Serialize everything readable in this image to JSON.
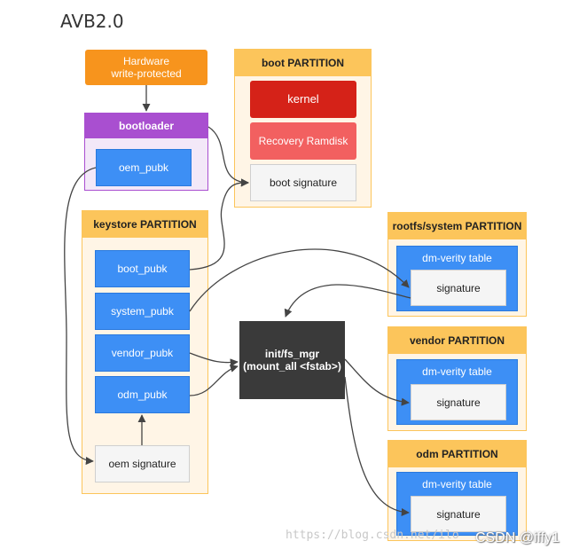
{
  "title": "AVB2.0",
  "hardware": {
    "line1": "Hardware",
    "line2": "write-protected"
  },
  "bootloader": {
    "title": "bootloader",
    "oem_pubk": "oem_pubk"
  },
  "boot_partition": {
    "title": "boot PARTITION",
    "kernel": "kernel",
    "recovery": "Recovery Ramdisk",
    "signature": "boot signature"
  },
  "keystore_partition": {
    "title": "keystore PARTITION",
    "boot_pubk": "boot_pubk",
    "system_pubk": "system_pubk",
    "vendor_pubk": "vendor_pubk",
    "odm_pubk": "odm_pubk",
    "oem_signature": "oem signature"
  },
  "init": {
    "line1": "init/fs_mgr",
    "line2": "(mount_all <fstab>)"
  },
  "rootfs_partition": {
    "title": "rootfs/system PARTITION",
    "table": "dm-verity table",
    "signature": "signature"
  },
  "vendor_partition": {
    "title": "vendor PARTITION",
    "table": "dm-verity table",
    "signature": "signature"
  },
  "odm_partition": {
    "title": "odm PARTITION",
    "table": "dm-verity table",
    "signature": "signature"
  },
  "watermark": "https://blog.csdn.net/ilo",
  "credit": "CSDN @iffy1",
  "colors": {
    "orange": "#f7941d",
    "purple": "#a94fd0",
    "blue": "#3d8ff5",
    "red": "#d52218",
    "salmon": "#f26060",
    "yellow": "#fcc55b",
    "dark": "#3a3a3a"
  }
}
